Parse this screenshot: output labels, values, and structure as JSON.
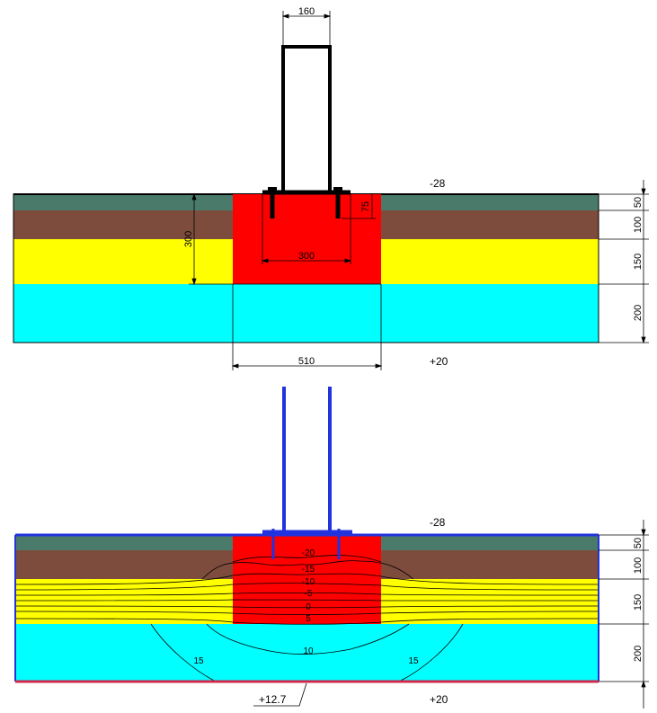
{
  "top_section": {
    "dim_post_width": "160",
    "dim_embed": "75",
    "dim_anchor_spacing": "300",
    "dim_foundation_depth": "300",
    "dim_foundation_width": "510",
    "dim_layers": [
      "50",
      "100",
      "150",
      "200"
    ],
    "temp_top": "-28",
    "temp_bottom": "+20"
  },
  "bottom_section": {
    "temp_top": "-28",
    "temp_bottom": "+20",
    "dim_layers": [
      "50",
      "100",
      "150",
      "200"
    ],
    "isotherm_labels": [
      "-20",
      "-15",
      "-10",
      "-5",
      "0",
      "5",
      "10",
      "15",
      "15"
    ],
    "bottom_callout": "+12.7"
  },
  "colors": {
    "topsoil": "#4a7b6a",
    "clay": "#7d4c3c",
    "sand": "#ffff00",
    "water": "#00ffff",
    "foundation": "#ff0000",
    "post_steel": "#000000",
    "post_thermal": "#2233dd"
  }
}
